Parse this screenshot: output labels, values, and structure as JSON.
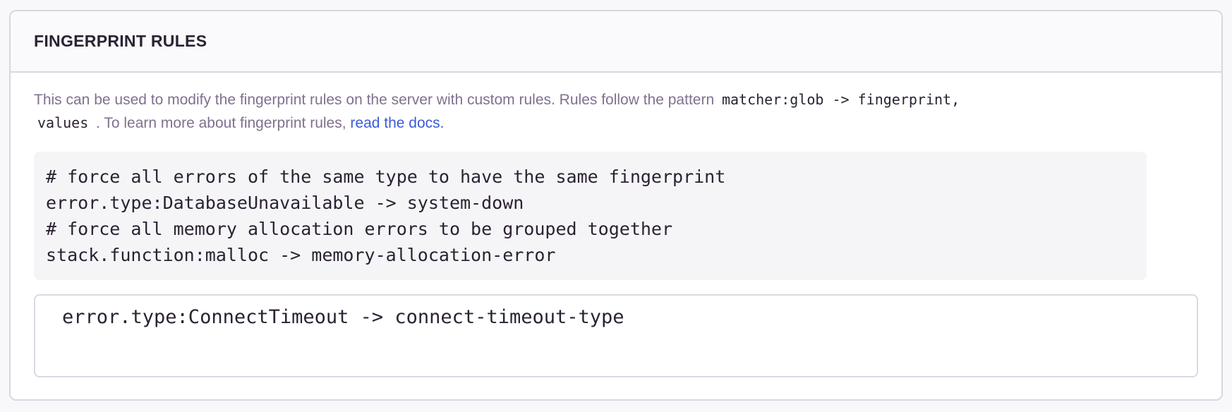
{
  "panel": {
    "title": "FINGERPRINT RULES",
    "description": {
      "text_1": "This can be used to modify the fingerprint rules on the server with custom rules. Rules follow the pattern ",
      "code_1": "matcher:glob -> fingerprint,",
      "code_2": "values",
      "text_2": " . To learn more about fingerprint rules, ",
      "link_label": "read the docs."
    },
    "example_code": "# force all errors of the same type to have the same fingerprint\nerror.type:DatabaseUnavailable -> system-down\n# force all memory allocation errors to be grouped together\nstack.function:malloc -> memory-allocation-error",
    "textarea_value": "error.type:ConnectTimeout -> connect-timeout-type"
  },
  "colors": {
    "link_blue": "#3b5bdb",
    "heading_text": "#2b2233",
    "muted_text": "#80708f",
    "panel_border": "#d9d6e0",
    "code_block_background": "#f5f5f7",
    "header_background": "#faf9fb",
    "page_background": "#f8f8fa"
  }
}
